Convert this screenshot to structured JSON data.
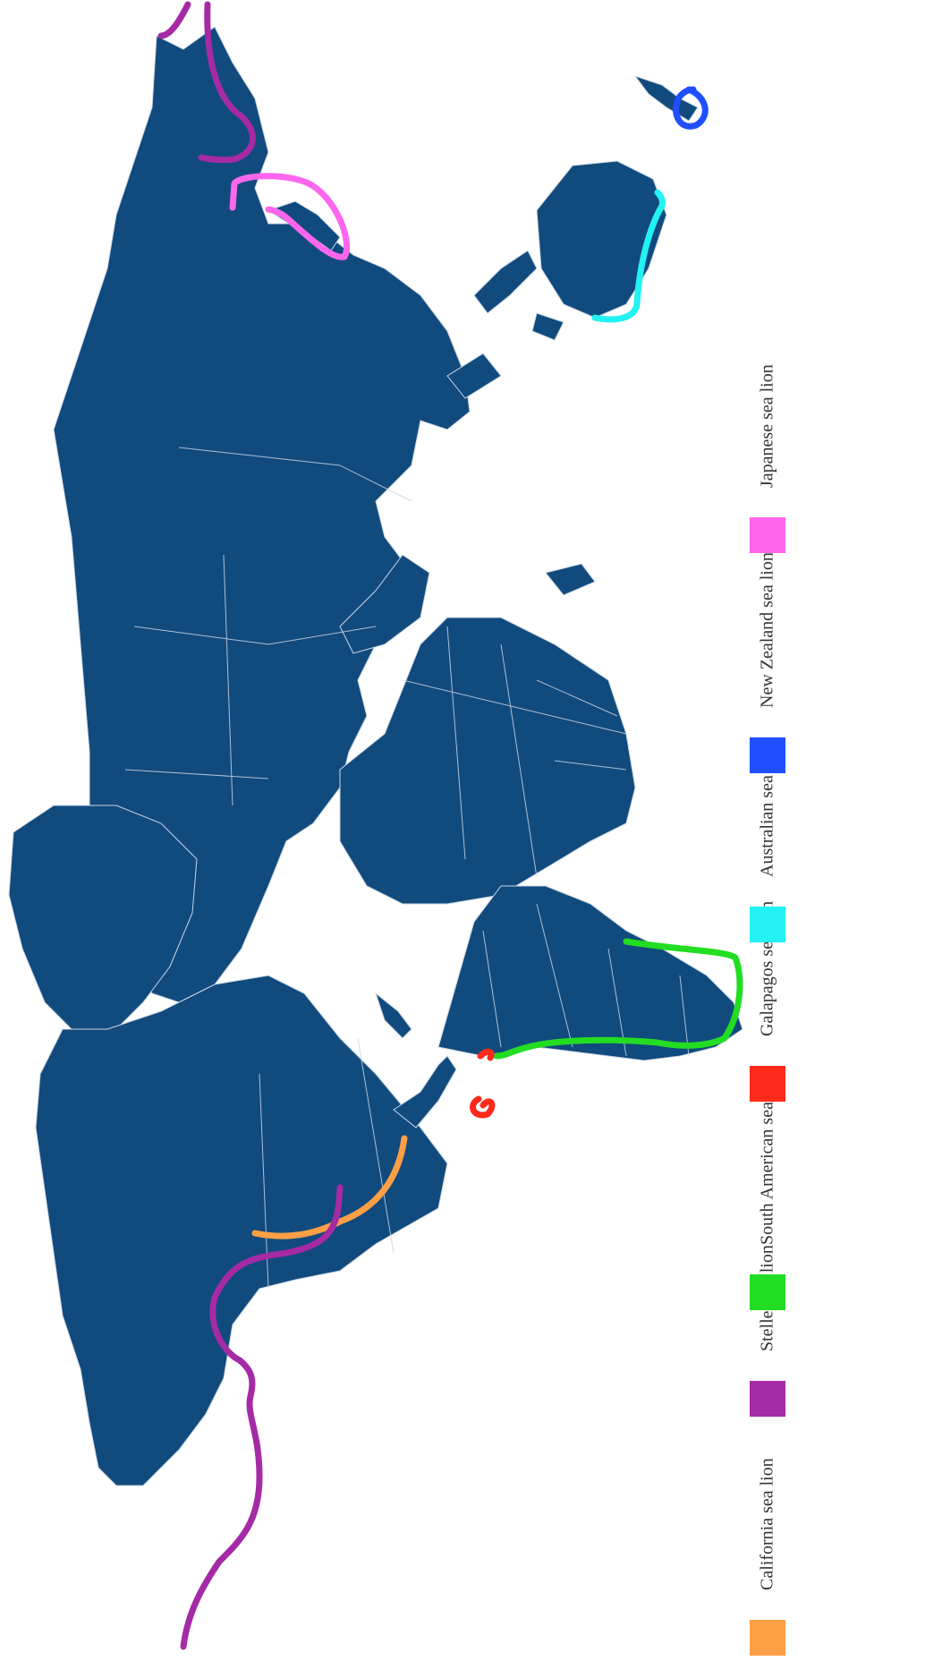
{
  "map": {
    "land_color": "#114a7d",
    "border_color": "#c9d6e4",
    "background_color": "#ffffff",
    "orientation": "rotated 90° (north to the left)"
  },
  "legend": {
    "items": [
      {
        "label": "California sea lion",
        "color": "#ff9f45",
        "key": "california"
      },
      {
        "label": "Steller sea lion",
        "color": "#a52aa5",
        "key": "steller"
      },
      {
        "label": "South American sea lion",
        "color": "#22dd22",
        "key": "south_american"
      },
      {
        "label": "Galapagos sea lion",
        "color": "#ff2a1a",
        "key": "galapagos"
      },
      {
        "label": "Australian sea lion",
        "color": "#22f2f2",
        "key": "australian"
      },
      {
        "label": "New Zealand sea lion",
        "color": "#1f4fff",
        "key": "new_zealand"
      },
      {
        "label": "Japanese sea lion",
        "color": "#ff66ee",
        "key": "japanese"
      }
    ]
  }
}
